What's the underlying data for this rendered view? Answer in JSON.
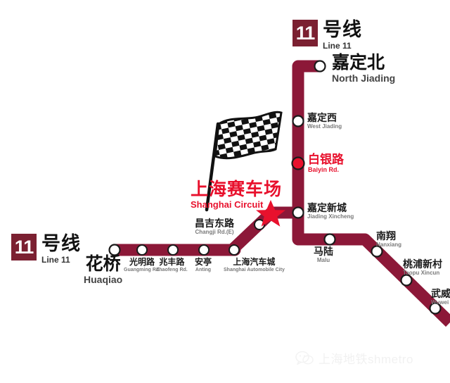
{
  "meta": {
    "map_title_cn": "上海赛车场",
    "map_title_en": "Shanghai Circuit"
  },
  "colors": {
    "line_11": "#8C1838",
    "badge": "#7B2031",
    "highlight_red": "#E8112D",
    "station_marker_fill": "#FFFFFF",
    "label_cn": "#1A1A1A",
    "label_en": "#7A7A7A",
    "background": "#FFFFFF"
  },
  "badges": [
    {
      "id": "top-right",
      "number": "11",
      "cn": "号线",
      "en": "Line 11"
    },
    {
      "id": "bottom-left",
      "number": "11",
      "cn": "号线",
      "en": "Line 11"
    }
  ],
  "poi": {
    "circuit": {
      "cn": "上海赛车场",
      "en": "Shanghai Circuit",
      "marker": "red-star",
      "icon": "checkered-flag"
    }
  },
  "stations": [
    {
      "id": "north-jiading",
      "cn": "嘉定北",
      "en": "North Jiading",
      "terminus": true,
      "highlight": false,
      "size": "term"
    },
    {
      "id": "west-jiading",
      "cn": "嘉定西",
      "en": "West Jiading",
      "terminus": false,
      "highlight": false,
      "size": "mid"
    },
    {
      "id": "baiyin-rd",
      "cn": "白银路",
      "en": "Baiyin Rd.",
      "terminus": false,
      "highlight": true,
      "size": "big"
    },
    {
      "id": "jiading-xincheng",
      "cn": "嘉定新城",
      "en": "Jiading Xincheng",
      "terminus": false,
      "highlight": false,
      "size": "mid"
    },
    {
      "id": "changji-rd-e",
      "cn": "昌吉东路",
      "en": "Changji Rd.(E)",
      "terminus": false,
      "highlight": false,
      "size": "mid"
    },
    {
      "id": "shanghai-auto-city",
      "cn": "上海汽车城",
      "en": "Shanghai Automobile City",
      "terminus": false,
      "highlight": false,
      "size": "small"
    },
    {
      "id": "anting",
      "cn": "安亭",
      "en": "Anting",
      "terminus": false,
      "highlight": false,
      "size": "small"
    },
    {
      "id": "zhaofeng-rd",
      "cn": "兆丰路",
      "en": "Zhaofeng Rd.",
      "terminus": false,
      "highlight": false,
      "size": "small"
    },
    {
      "id": "guangming-rd",
      "cn": "光明路",
      "en": "Guangming Rd.",
      "terminus": false,
      "highlight": false,
      "size": "small"
    },
    {
      "id": "huaqiao",
      "cn": "花桥",
      "en": "Huaqiao",
      "terminus": true,
      "highlight": false,
      "size": "term"
    },
    {
      "id": "malu",
      "cn": "马陆",
      "en": "Malu",
      "terminus": false,
      "highlight": false,
      "size": "mid"
    },
    {
      "id": "nanxiang",
      "cn": "南翔",
      "en": "Nanxiang",
      "terminus": false,
      "highlight": false,
      "size": "mid"
    },
    {
      "id": "taopu-xincun",
      "cn": "桃浦新村",
      "en": "Taopu Xincun",
      "terminus": false,
      "highlight": false,
      "size": "mid"
    },
    {
      "id": "wuwei",
      "cn": "武威",
      "en": "Wuwei",
      "terminus": false,
      "highlight": false,
      "size": "mid"
    }
  ],
  "watermark": {
    "text": "上海地铁shmetro",
    "icon": "wechat-icon"
  }
}
